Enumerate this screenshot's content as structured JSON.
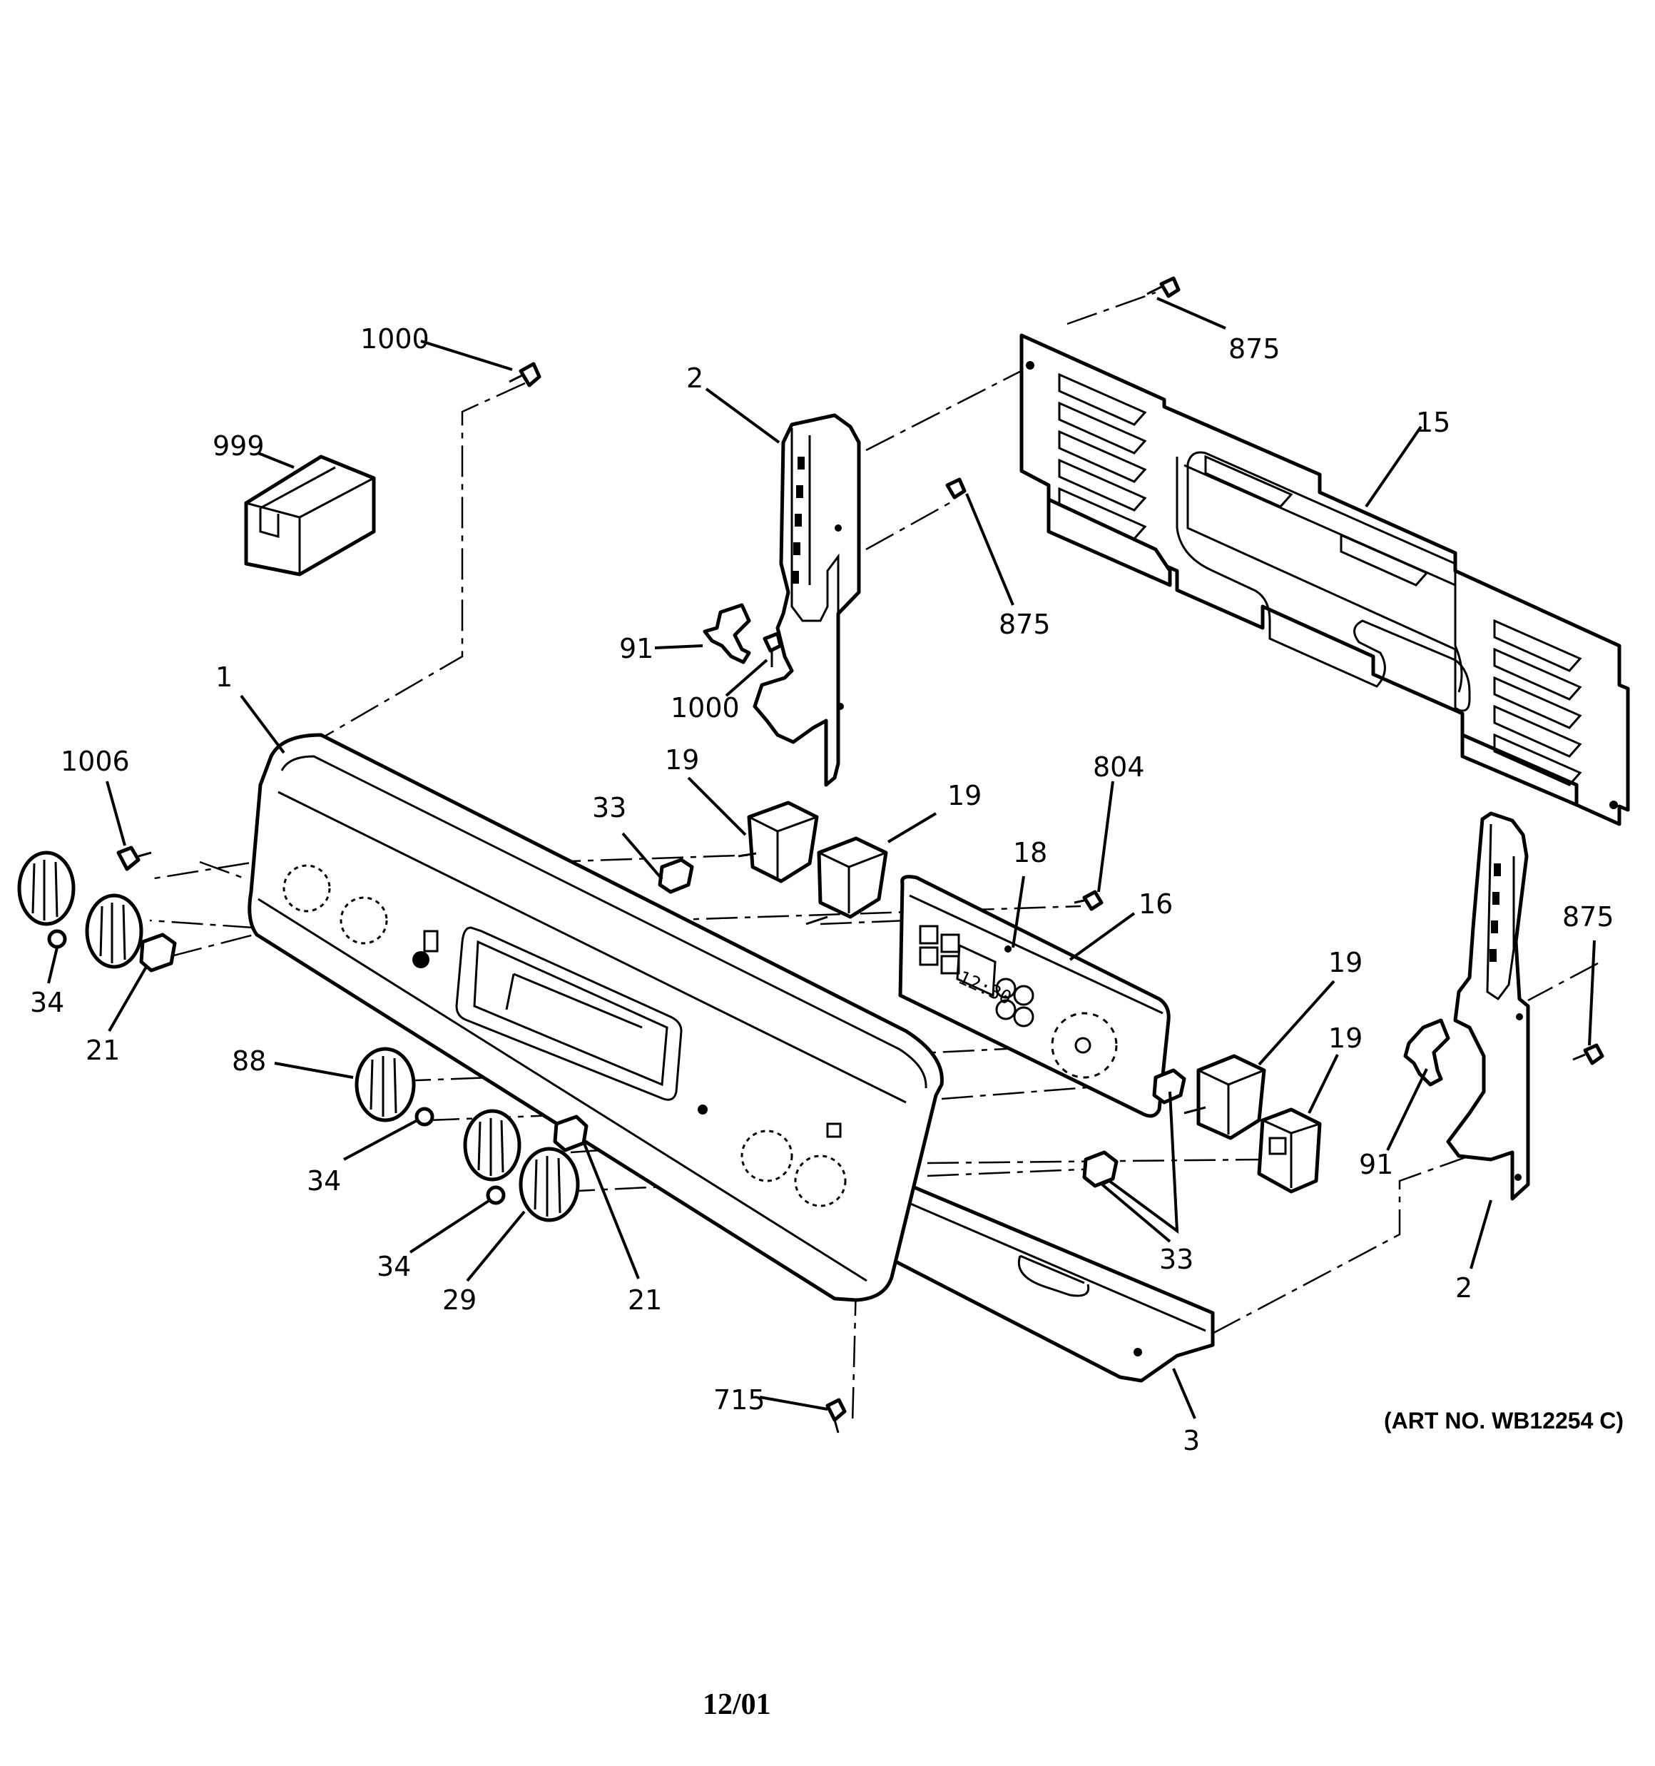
{
  "art_number": "(ART NO. WB12254 C)",
  "date": "12/01",
  "callouts": [
    "1000",
    "999",
    "2",
    "875",
    "15",
    "875",
    "91",
    "1000",
    "1",
    "1006",
    "19",
    "33",
    "19",
    "804",
    "18",
    "16",
    "875",
    "34",
    "21",
    "88",
    "19",
    "19",
    "91",
    "34",
    "33",
    "2",
    "34",
    "29",
    "21",
    "715",
    "3"
  ],
  "panel_text": {
    "clock": "12:30"
  }
}
